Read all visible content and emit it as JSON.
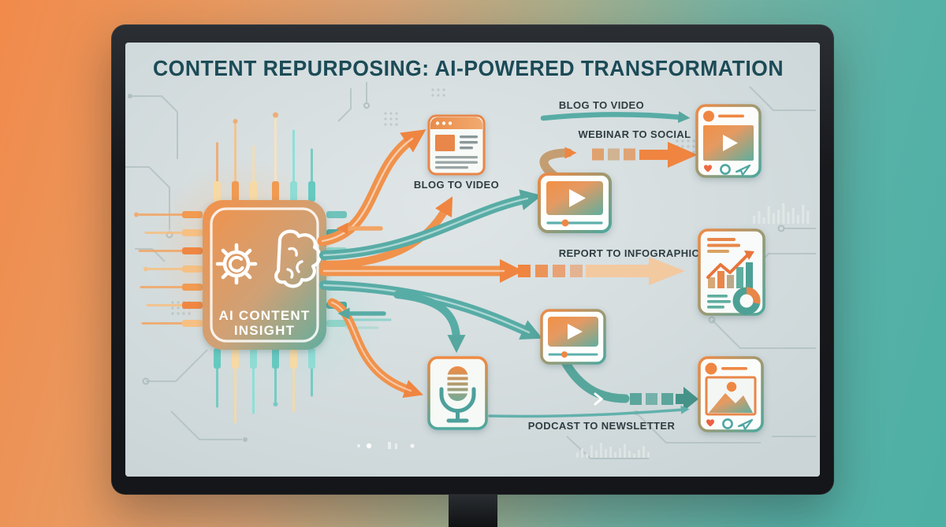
{
  "poster": {
    "title": "CONTENT REPURPOSING: AI-POWERED TRANSFORMATION",
    "chip": {
      "line1": "AI CONTENT",
      "line2": "INSIGHT",
      "icons": [
        "gear-icon",
        "brain-icon"
      ]
    },
    "labels": {
      "blog_doc": "BLOG TO VIDEO",
      "blog_video": "BLOG TO VIDEO",
      "webinar_social": "WEBINAR TO SOCIAL",
      "report_infographic": "REPORT TO INFOGRAPHIC",
      "podcast_newsletter": "PODCAST TO NEWSLETTER"
    },
    "nodes": [
      {
        "id": "ai-chip",
        "label": "AI CONTENT INSIGHT"
      },
      {
        "id": "blog-article",
        "icon": "document-icon"
      },
      {
        "id": "webinar-video",
        "icon": "video-player-icon"
      },
      {
        "id": "social-video-post",
        "icon": "social-post-video-icon"
      },
      {
        "id": "report-infographic",
        "icon": "infographic-chart-icon"
      },
      {
        "id": "repurposed-video",
        "icon": "video-player-icon"
      },
      {
        "id": "podcast",
        "icon": "microphone-icon"
      },
      {
        "id": "newsletter-image-post",
        "icon": "social-post-image-icon"
      }
    ],
    "colors": {
      "accent_orange": "#ef8540",
      "accent_teal": "#55aca6",
      "title_text": "#1c4b57",
      "label_text": "#2e3d42",
      "screen_bg": "#cbd5d7",
      "bezel": "#17191c",
      "desk_gradient_left": "#f18a4b",
      "desk_gradient_right": "#4db0a5"
    }
  }
}
